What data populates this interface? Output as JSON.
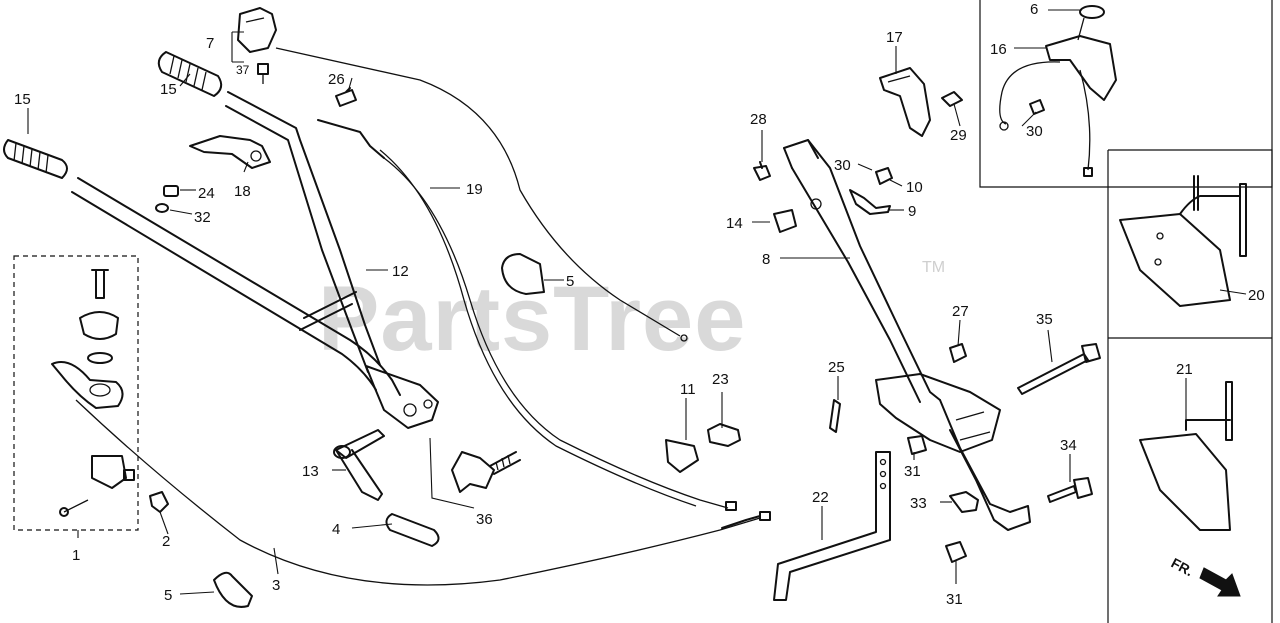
{
  "watermark": {
    "text": "PartsTree",
    "trademark": "TM"
  },
  "direction_label": "FR.",
  "callouts": {
    "c1": "1",
    "c2": "2",
    "c3": "3",
    "c4": "4",
    "c5a": "5",
    "c5b": "5",
    "c6": "6",
    "c7": "7",
    "c8": "8",
    "c9": "9",
    "c10": "10",
    "c11": "11",
    "c12": "12",
    "c13": "13",
    "c14": "14",
    "c15a": "15",
    "c15b": "15",
    "c16": "16",
    "c17": "17",
    "c18": "18",
    "c19": "19",
    "c20": "20",
    "c21": "21",
    "c22": "22",
    "c23": "23",
    "c24": "24",
    "c25": "25",
    "c26": "26",
    "c27": "27",
    "c28": "28",
    "c29": "29",
    "c30a": "30",
    "c30b": "30",
    "c31a": "31",
    "c31b": "31",
    "c32": "32",
    "c33": "33",
    "c34": "34",
    "c35": "35",
    "c36": "36",
    "c37": "37"
  }
}
